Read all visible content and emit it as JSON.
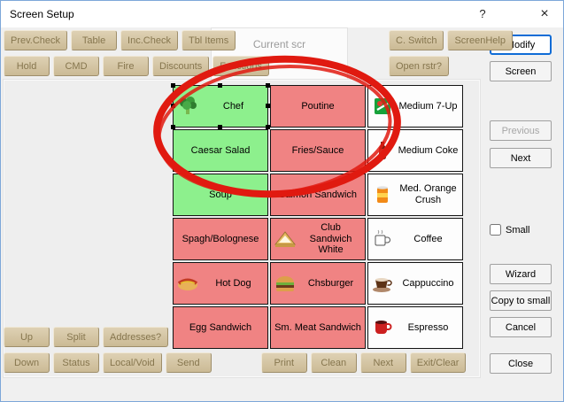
{
  "window": {
    "title": "Screen Setup",
    "help_glyph": "?",
    "close_glyph": "×"
  },
  "colors": {
    "green": "#8df08d",
    "red": "#f08383",
    "white": "#fdfdfd",
    "annotation": "#e01a10",
    "accent": "#0f6cd6",
    "tan": "#d5c4a0"
  },
  "toolbar": {
    "tab_label": "Current scr",
    "row1_left": [
      {
        "label": "Prev.Check"
      },
      {
        "label": "Table"
      },
      {
        "label": "Inc.Check"
      },
      {
        "label": "Tbl Items"
      }
    ],
    "row1_right": [
      {
        "label": "C. Switch"
      },
      {
        "label": "ScreenHelp"
      }
    ],
    "row2_left": [
      {
        "label": "Hold"
      },
      {
        "label": "CMD"
      },
      {
        "label": "Fire"
      },
      {
        "label": "Discounts"
      },
      {
        "label": "Functions"
      }
    ],
    "row2_right": [
      {
        "label": "Open rstr?"
      }
    ]
  },
  "grid": {
    "rows": [
      [
        {
          "label": "Chef",
          "color": "green",
          "icon": "broccoli-icon",
          "selected": true
        },
        {
          "label": "Poutine",
          "color": "red"
        },
        {
          "label": "Medium 7-Up",
          "color": "white",
          "icon": "sevenup-icon"
        }
      ],
      [
        {
          "label": "Caesar Salad",
          "color": "green"
        },
        {
          "label": "Fries/Sauce",
          "color": "red"
        },
        {
          "label": "Medium Coke",
          "color": "white",
          "icon": "coke-bottle-icon"
        }
      ],
      [
        {
          "label": "Soup",
          "color": "green"
        },
        {
          "label": "Salmon Sandwich",
          "color": "red"
        },
        {
          "label": "Med. Orange Crush",
          "color": "white",
          "icon": "orange-crush-icon"
        }
      ],
      [
        {
          "label": "Spagh/Bolognese",
          "color": "red"
        },
        {
          "label": "Club Sandwich White",
          "color": "red",
          "icon": "sandwich-icon"
        },
        {
          "label": "Coffee",
          "color": "white",
          "icon": "coffee-mug-icon"
        }
      ],
      [
        {
          "label": "Hot Dog",
          "color": "red",
          "icon": "hotdog-icon"
        },
        {
          "label": "Chsburger",
          "color": "red",
          "icon": "burger-icon"
        },
        {
          "label": "Cappuccino",
          "color": "white",
          "icon": "cappuccino-icon"
        }
      ],
      [
        {
          "label": "Egg Sandwich",
          "color": "red"
        },
        {
          "label": "Sm. Meat Sandwich",
          "color": "red"
        },
        {
          "label": "Espresso",
          "color": "white",
          "icon": "espresso-cup-icon"
        }
      ]
    ]
  },
  "footer": {
    "row1": [
      {
        "label": "Up"
      },
      {
        "label": "Split"
      },
      {
        "label": "Addresses?"
      }
    ],
    "row2": [
      {
        "label": "Down"
      },
      {
        "label": "Status"
      },
      {
        "label": "Local/Void"
      },
      {
        "label": "Send"
      },
      {
        "spacer": true
      },
      {
        "label": "Print"
      },
      {
        "label": "Clean"
      },
      {
        "label": "Next"
      },
      {
        "label": "Exit/Clear"
      }
    ]
  },
  "side_panel": {
    "modify": "Modify",
    "screen": "Screen",
    "previous": "Previous",
    "next": "Next",
    "small_label": "Small",
    "wizard": "Wizard",
    "copy_to_small": "Copy to small",
    "cancel": "Cancel",
    "close": "Close"
  }
}
